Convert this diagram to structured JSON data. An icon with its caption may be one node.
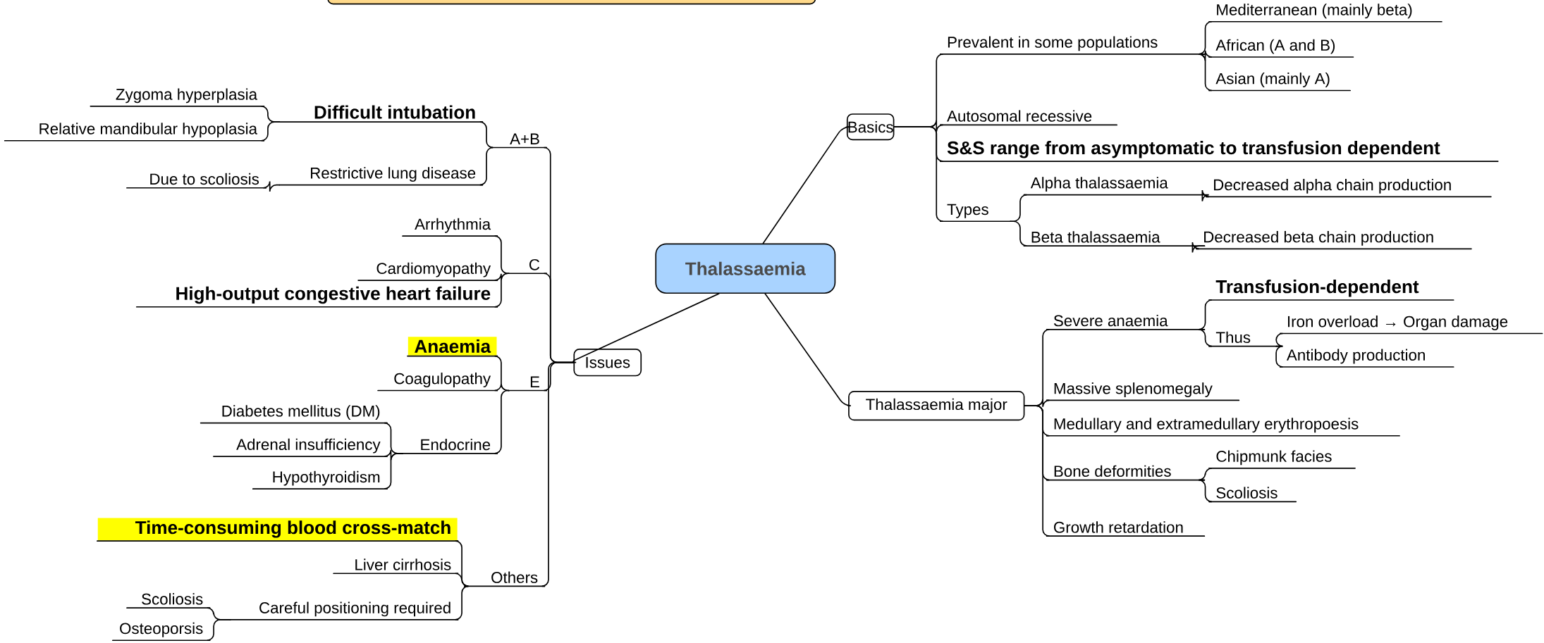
{
  "diagram": {
    "nodes": [
      {
        "text": [
          "Thalassaemia"
        ]
      },
      {
        "text": [
          "Basics"
        ]
      },
      {
        "text": [
          "Prevalent in some populations"
        ]
      },
      {
        "text": [
          "Mediterranean (mainly beta)"
        ]
      },
      {
        "text": [
          "African (A and B)"
        ]
      },
      {
        "text": [
          "Asian (mainly A)"
        ]
      },
      {
        "text": [
          "Autosomal recessive"
        ]
      },
      {
        "text": [
          "S&S range from asymptomatic to transfusion dependent"
        ]
      },
      {
        "text": [
          "Types"
        ]
      },
      {
        "text": [
          "Alpha thalassaemia"
        ]
      },
      {
        "text": [
          "Decreased alpha chain production"
        ]
      },
      {
        "text": [
          "Beta thalassaemia"
        ]
      },
      {
        "text": [
          "Decreased beta chain production"
        ]
      },
      {
        "text": [
          "Thalassaemia major"
        ]
      },
      {
        "text": [
          "Severe anaemia"
        ]
      },
      {
        "text": [
          "Transfusion-dependent"
        ]
      },
      {
        "text": [
          "Thus"
        ]
      },
      {
        "text": [
          "Iron overload → Organ damage"
        ]
      },
      {
        "text": [
          "Antibody production"
        ]
      },
      {
        "text": [
          "Massive splenomegaly"
        ]
      },
      {
        "text": [
          "Medullary and extramedullary erythropoesis"
        ]
      },
      {
        "text": [
          "Bone deformities"
        ]
      },
      {
        "text": [
          "Chipmunk facies"
        ]
      },
      {
        "text": [
          "Scoliosis"
        ]
      },
      {
        "text": [
          "Growth retardation"
        ]
      },
      {
        "text": [
          "Issues"
        ]
      },
      {
        "text": [
          "A+B"
        ]
      },
      {
        "text": [
          "Difficult intubation"
        ]
      },
      {
        "text": [
          "Zygoma hyperplasia"
        ]
      },
      {
        "text": [
          "Relative mandibular hypoplasia"
        ]
      },
      {
        "text": [
          "Restrictive lung disease"
        ]
      },
      {
        "text": [
          "Due to scoliosis"
        ]
      },
      {
        "text": [
          "C"
        ]
      },
      {
        "text": [
          "Arrhythmia"
        ]
      },
      {
        "text": [
          "Cardiomyopathy"
        ]
      },
      {
        "text": [
          "High-output congestive heart failure"
        ]
      },
      {
        "text": [
          "E"
        ]
      },
      {
        "text": [
          "Anaemia"
        ]
      },
      {
        "text": [
          "Coagulopathy"
        ]
      },
      {
        "text": [
          "Endocrine"
        ]
      },
      {
        "text": [
          "Diabetes mellitus (DM)"
        ]
      },
      {
        "text": [
          "Adrenal insufficiency"
        ]
      },
      {
        "text": [
          "Hypothyroidism"
        ]
      },
      {
        "text": [
          "Others"
        ]
      },
      {
        "text": [
          "Time-consuming blood cross-match"
        ]
      },
      {
        "text": [
          "Liver cirrhosis"
        ]
      },
      {
        "text": [
          "Careful positioning required"
        ]
      },
      {
        "text": [
          "Scoliosis"
        ]
      },
      {
        "text": [
          "Osteoporsis"
        ]
      }
    ],
    "edges": [
      {
        "from": 0,
        "to": 1,
        "arrow": "none"
      },
      {
        "from": 1,
        "to": 2,
        "arrow": "none"
      },
      {
        "from": 2,
        "to": 3,
        "arrow": "none"
      },
      {
        "from": 2,
        "to": 4,
        "arrow": "none"
      },
      {
        "from": 2,
        "to": 5,
        "arrow": "none"
      },
      {
        "from": 1,
        "to": 6,
        "arrow": "none"
      },
      {
        "from": 1,
        "to": 7,
        "arrow": "none"
      },
      {
        "from": 1,
        "to": 8,
        "arrow": "none"
      },
      {
        "from": 8,
        "to": 9,
        "arrow": "none"
      },
      {
        "from": 9,
        "to": 10,
        "arrow": "none"
      },
      {
        "from": 8,
        "to": 11,
        "arrow": "none"
      },
      {
        "from": 11,
        "to": 12,
        "arrow": "none"
      },
      {
        "from": 0,
        "to": 13,
        "arrow": "none"
      },
      {
        "from": 13,
        "to": 14,
        "arrow": "none"
      },
      {
        "from": 14,
        "to": 15,
        "arrow": "none"
      },
      {
        "from": 14,
        "to": 16,
        "arrow": "none"
      },
      {
        "from": 16,
        "to": 17,
        "arrow": "none"
      },
      {
        "from": 16,
        "to": 18,
        "arrow": "none"
      },
      {
        "from": 13,
        "to": 19,
        "arrow": "none"
      },
      {
        "from": 13,
        "to": 20,
        "arrow": "none"
      },
      {
        "from": 13,
        "to": 21,
        "arrow": "none"
      },
      {
        "from": 21,
        "to": 22,
        "arrow": "none"
      },
      {
        "from": 21,
        "to": 23,
        "arrow": "none"
      },
      {
        "from": 13,
        "to": 24,
        "arrow": "none"
      },
      {
        "from": 0,
        "to": 25,
        "arrow": "none"
      },
      {
        "from": 25,
        "to": 26,
        "arrow": "none"
      },
      {
        "from": 26,
        "to": 27,
        "arrow": "none"
      },
      {
        "from": 27,
        "to": 28,
        "arrow": "none"
      },
      {
        "from": 27,
        "to": 29,
        "arrow": "none"
      },
      {
        "from": 26,
        "to": 30,
        "arrow": "none"
      },
      {
        "from": 30,
        "to": 31,
        "arrow": "none"
      },
      {
        "from": 25,
        "to": 32,
        "arrow": "none"
      },
      {
        "from": 32,
        "to": 33,
        "arrow": "none"
      },
      {
        "from": 32,
        "to": 34,
        "arrow": "none"
      },
      {
        "from": 32,
        "to": 35,
        "arrow": "none"
      },
      {
        "from": 25,
        "to": 36,
        "arrow": "none"
      },
      {
        "from": 36,
        "to": 37,
        "arrow": "none"
      },
      {
        "from": 36,
        "to": 38,
        "arrow": "none"
      },
      {
        "from": 36,
        "to": 39,
        "arrow": "none"
      },
      {
        "from": 39,
        "to": 40,
        "arrow": "none"
      },
      {
        "from": 39,
        "to": 41,
        "arrow": "none"
      },
      {
        "from": 39,
        "to": 42,
        "arrow": "none"
      },
      {
        "from": 25,
        "to": 43,
        "arrow": "none"
      },
      {
        "from": 43,
        "to": 44,
        "arrow": "none"
      },
      {
        "from": 43,
        "to": 45,
        "arrow": "none"
      },
      {
        "from": 43,
        "to": 46,
        "arrow": "none"
      },
      {
        "from": 46,
        "to": 47,
        "arrow": "none"
      },
      {
        "from": 46,
        "to": 48,
        "arrow": "none"
      }
    ]
  }
}
